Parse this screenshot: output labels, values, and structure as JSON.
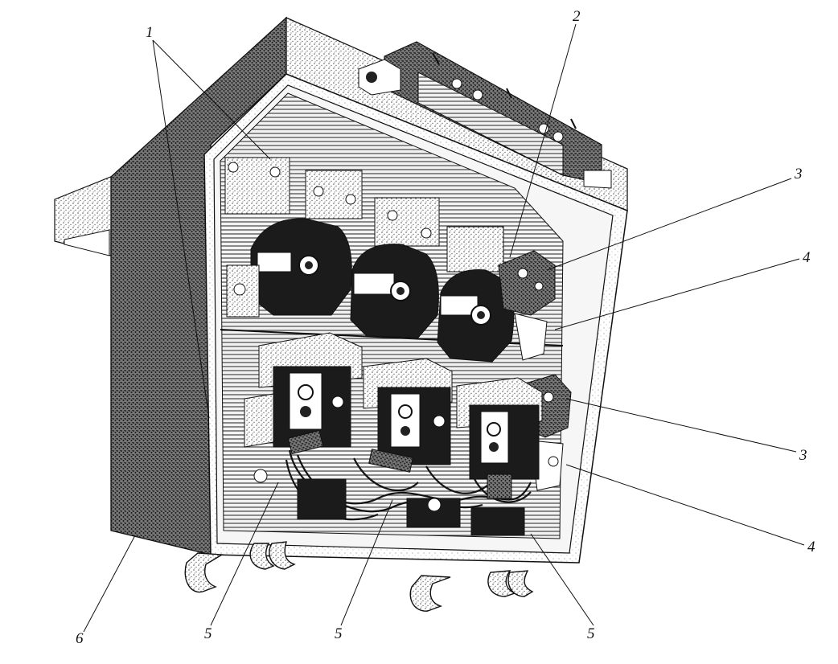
{
  "figure": {
    "callouts": [
      {
        "id": "c1",
        "label": "1"
      },
      {
        "id": "c2",
        "label": "2"
      },
      {
        "id": "c3a",
        "label": "3"
      },
      {
        "id": "c4a",
        "label": "4"
      },
      {
        "id": "c3b",
        "label": "3"
      },
      {
        "id": "c4b",
        "label": "4"
      },
      {
        "id": "c5a",
        "label": "5"
      },
      {
        "id": "c5b",
        "label": "5"
      },
      {
        "id": "c5c",
        "label": "5"
      },
      {
        "id": "c6",
        "label": "6"
      }
    ],
    "colors": {
      "ink": "#111111",
      "shade": "#2a2a2a",
      "paper": "#ffffff",
      "stipple": "#8a8a8a"
    }
  }
}
